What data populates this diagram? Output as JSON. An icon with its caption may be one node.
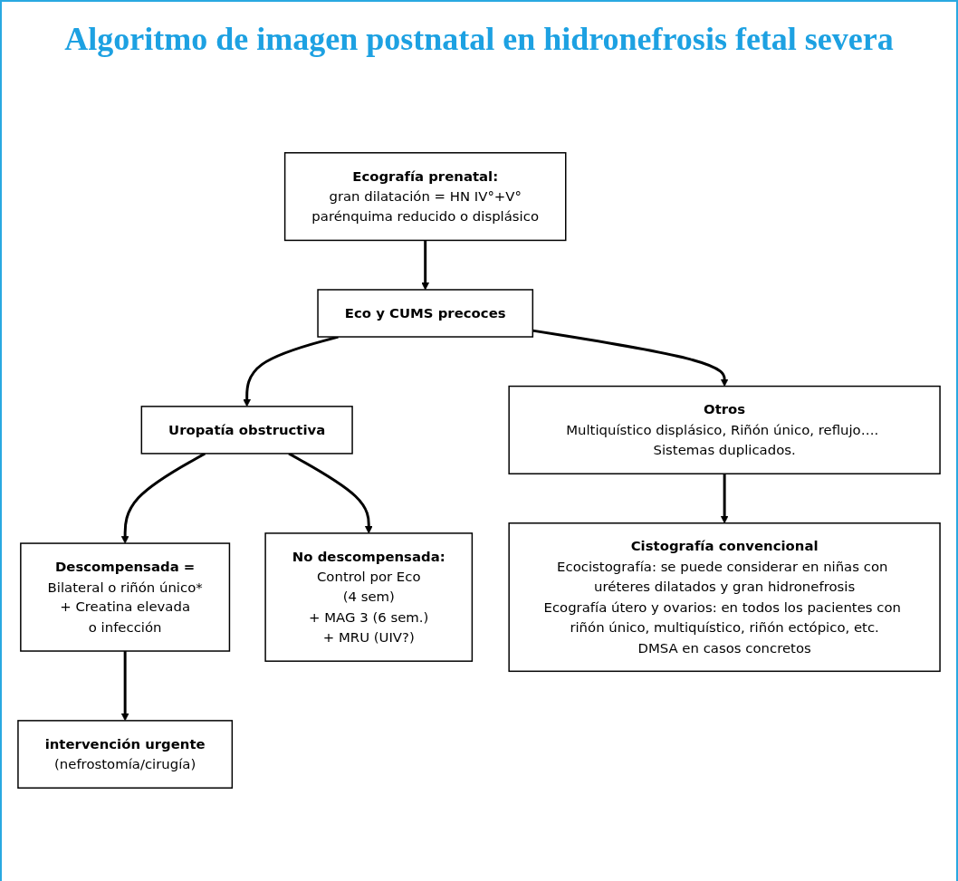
{
  "diagram": {
    "title": "Algoritmo de imagen postnatal en hidronefrosis fetal severa",
    "nodes": [
      {
        "text": [
          "Ecografía prenatal:",
          "gran dilatación = HN IV°+V°",
          "parénquima reducido o displásico"
        ]
      },
      {
        "text": [
          "Eco y CUMS precoces"
        ]
      },
      {
        "text": [
          "Uropatía obstructiva"
        ]
      },
      {
        "text": [
          "Otros",
          "Multiquístico displásico, Riñón único, reflujo…. Sistemas duplicados."
        ]
      },
      {
        "text": [
          "Descompensada =",
          "Bilateral o riñón único*",
          "+ Creatina elevada",
          "o infección"
        ]
      },
      {
        "text": [
          "No descompensada:",
          "Control por Eco",
          "(4 sem)",
          "+ MAG 3 (6 sem.)",
          "+ MRU (UIV?)"
        ]
      },
      {
        "text": [
          "intervención urgente",
          "(nefrostomía/cirugía)"
        ]
      },
      {
        "text": [
          "Cistografía convencional",
          "Ecocistografía: se puede considerar en niñas con uréteres dilatados y gran hidronefrosis",
          "Ecografía útero y ovarios: en todos los pacientes con riñón único, multiquístico, riñón ectópico, etc.",
          "DMSA en casos concretos"
        ]
      }
    ],
    "edges": [
      {
        "from": 0,
        "to": 1,
        "arrow": "to"
      },
      {
        "from": 1,
        "to": 2,
        "arrow": "to"
      },
      {
        "from": 1,
        "to": 3,
        "arrow": "to"
      },
      {
        "from": 2,
        "to": 4,
        "arrow": "to"
      },
      {
        "from": 2,
        "to": 5,
        "arrow": "to"
      },
      {
        "from": 4,
        "to": 6,
        "arrow": "to"
      },
      {
        "from": 3,
        "to": 7,
        "arrow": "to"
      }
    ]
  }
}
